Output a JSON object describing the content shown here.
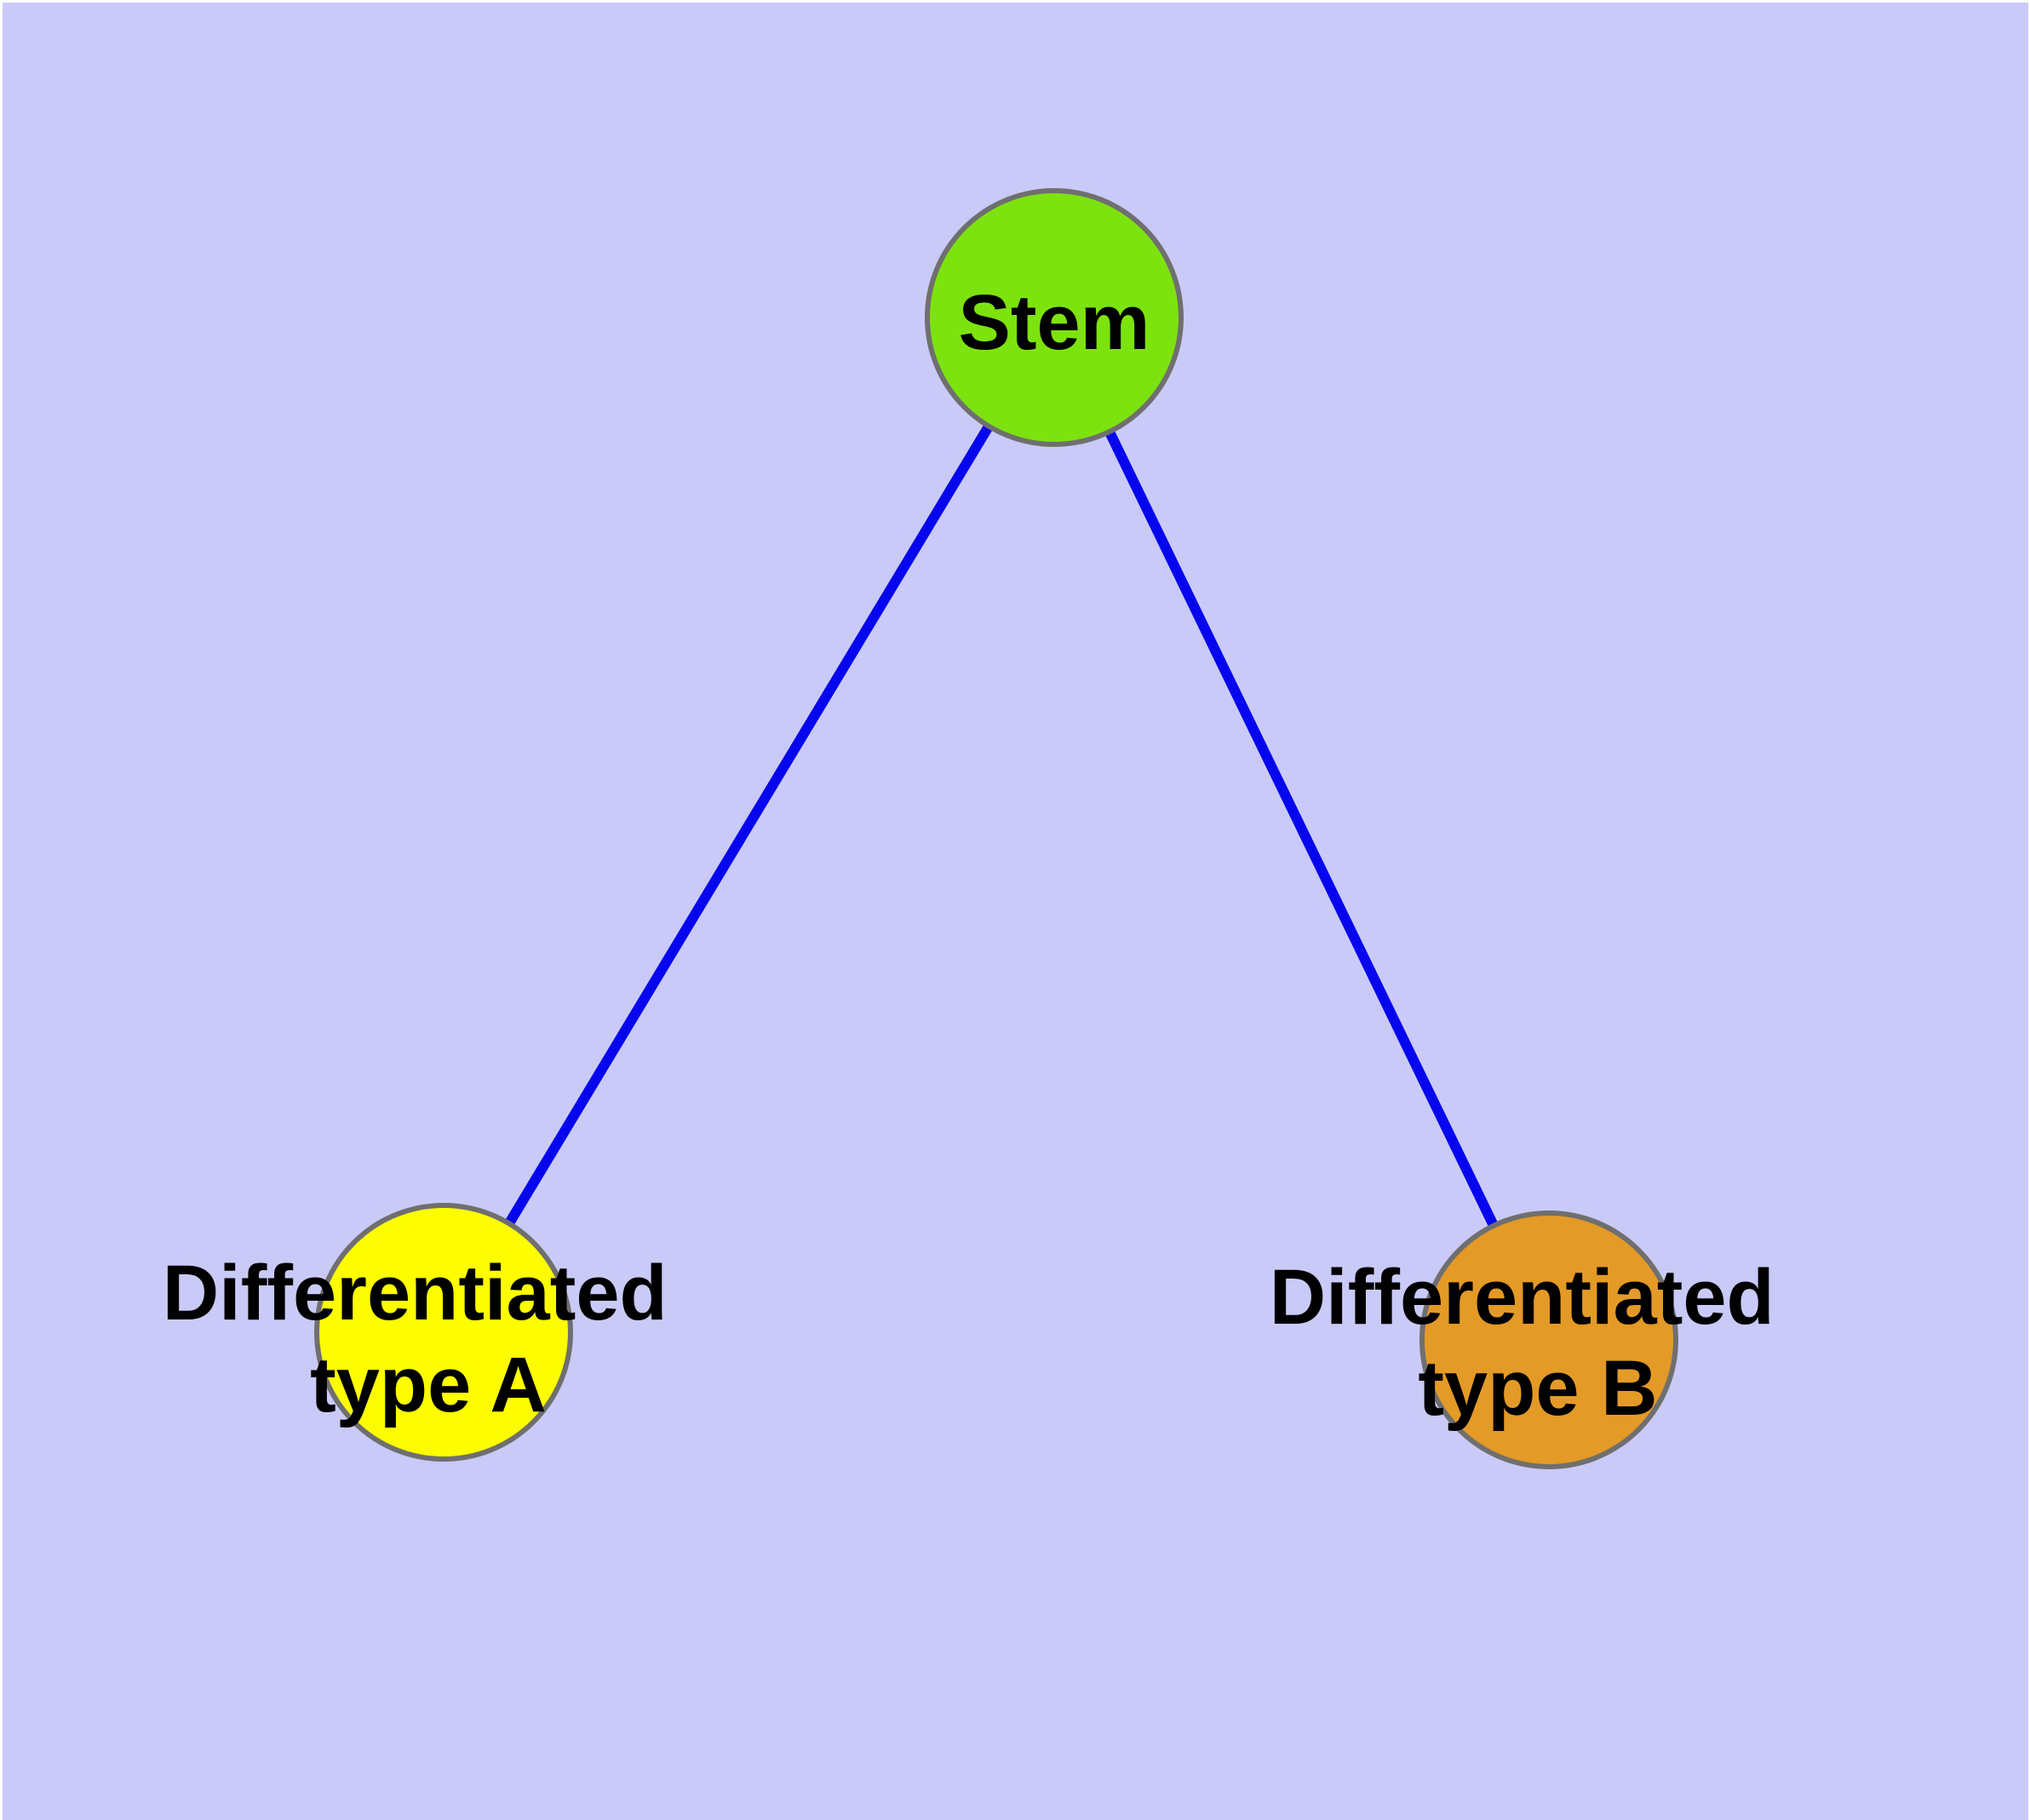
{
  "diagram": {
    "background_color": "#CACAF8",
    "margin_color": "#FFFFFF",
    "node_border_color": "#6F6F6F",
    "text_color": "#000000",
    "nodes": [
      {
        "id": "stem",
        "label": "Stem",
        "label_lines": [
          "Stem"
        ],
        "fill": "#7DE30E"
      },
      {
        "id": "differentiated-type-a",
        "label": "Differentiated type A",
        "label_lines": [
          "Differentiated",
          "type A"
        ],
        "fill": "#FDFD00"
      },
      {
        "id": "differentiated-type-b",
        "label": "Differentiated type B",
        "label_lines": [
          "Differentiated",
          "type B"
        ],
        "fill": "#E49A26"
      }
    ],
    "edges": [
      {
        "from": "stem",
        "to": "differentiated-type-a",
        "color": "#0606EE"
      },
      {
        "from": "stem",
        "to": "differentiated-type-b",
        "color": "#0606EE"
      }
    ]
  }
}
